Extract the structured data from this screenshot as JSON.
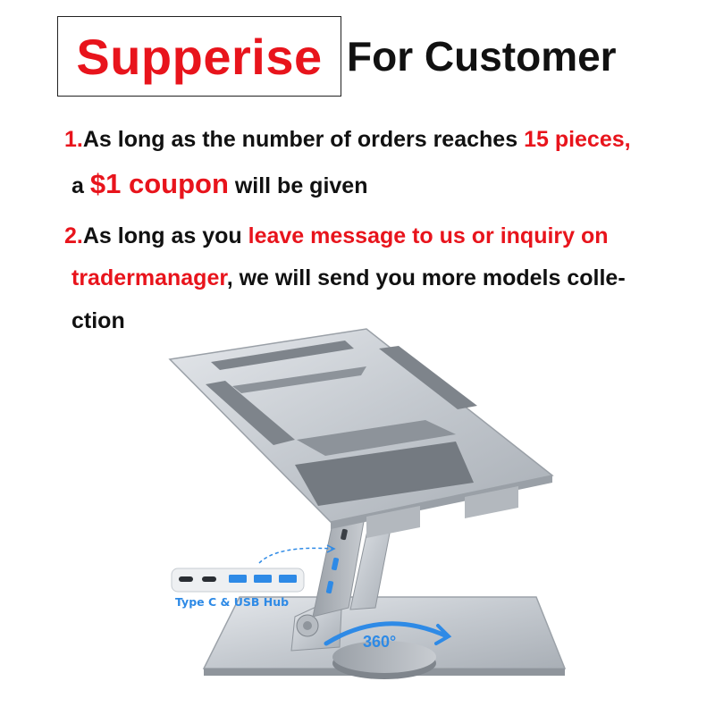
{
  "headline": {
    "boxed": "Supperise",
    "rest": "For Customer"
  },
  "offer1": {
    "num": "1.",
    "text_a": "As long as the number of orders reaches ",
    "highlight": "15 pieces,",
    "text_b": "a ",
    "coupon": "$1 coupon",
    "text_c": " will be given"
  },
  "offer2": {
    "num": "2.",
    "text_a": "As long as you ",
    "highlight_a": "leave message to us or inquiry on",
    "highlight_b": "tradermanager",
    "text_b": ", we will send you more models colle-",
    "text_c": "ction"
  },
  "product": {
    "hub_label": "Type C & USB Hub",
    "rotation_label": "360°",
    "colors": {
      "accent_red": "#e8141c",
      "hub_blue": "#2e8ae6",
      "metal": "#c9cdd3"
    }
  }
}
